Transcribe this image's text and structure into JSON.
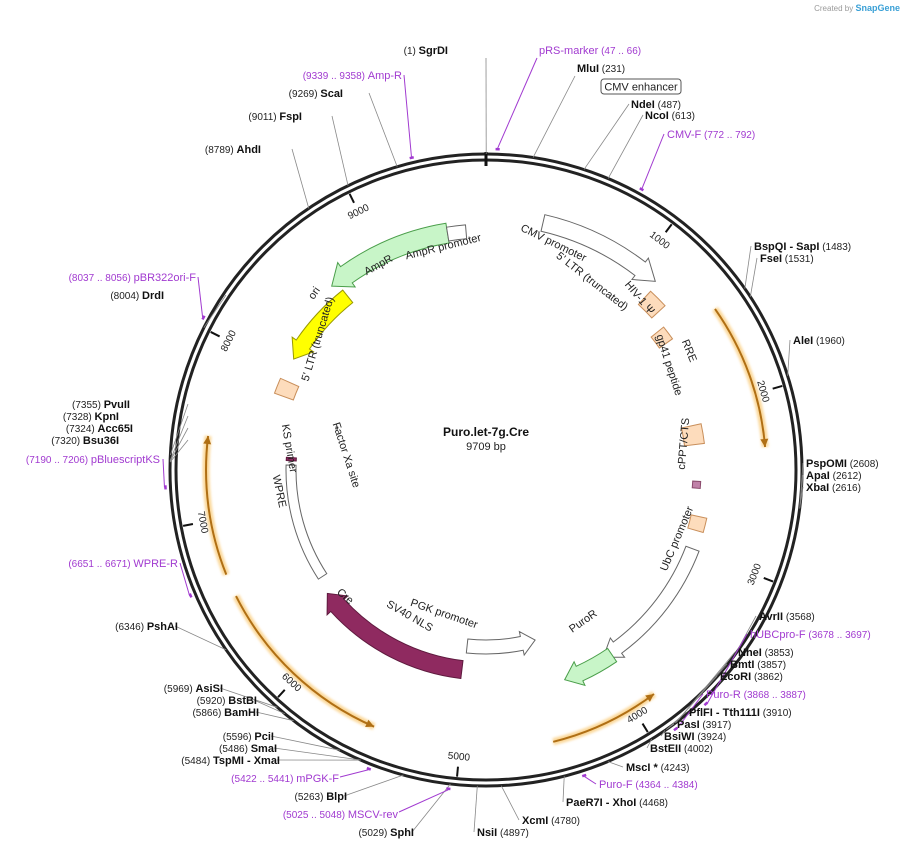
{
  "credit": {
    "created_by": "Created by",
    "brand": "SnapGene"
  },
  "plasmid": {
    "name": "Puro.let-7g.Cre",
    "length_text": "9709 bp",
    "length": 9709
  },
  "ticks": [
    {
      "bp": 1000,
      "label": "1000"
    },
    {
      "bp": 2000,
      "label": "2000"
    },
    {
      "bp": 3000,
      "label": "3000"
    },
    {
      "bp": 4000,
      "label": "4000"
    },
    {
      "bp": 5000,
      "label": "5000"
    },
    {
      "bp": 6000,
      "label": "6000"
    },
    {
      "bp": 7000,
      "label": "7000"
    },
    {
      "bp": 8000,
      "label": "8000"
    },
    {
      "bp": 9000,
      "label": "9000"
    }
  ],
  "enzymes": [
    {
      "name": "SgrDI",
      "pos": "(1)",
      "bp": 1,
      "posFirst": true
    },
    {
      "name": "MluI",
      "pos": "(231)",
      "bp": 231
    },
    {
      "name": "NdeI",
      "pos": "(487)",
      "bp": 487
    },
    {
      "name": "NcoI",
      "pos": "(613)",
      "bp": 613
    },
    {
      "name": "BspQI",
      "extra": "- SapI",
      "pos": "(1483)",
      "bp": 1483
    },
    {
      "name": "FseI",
      "pos": "(1531)",
      "bp": 1531
    },
    {
      "name": "AleI",
      "pos": "(1960)",
      "bp": 1960
    },
    {
      "name": "PspOMI",
      "pos": "(2608)",
      "bp": 2608
    },
    {
      "name": "ApaI",
      "pos": "(2612)",
      "bp": 2612
    },
    {
      "name": "XbaI",
      "pos": "(2616)",
      "bp": 2616
    },
    {
      "name": "AvrII",
      "pos": "(3568)",
      "bp": 3568
    },
    {
      "name": "NheI",
      "pos": "(3853)",
      "bp": 3853
    },
    {
      "name": "BmtI",
      "pos": "(3857)",
      "bp": 3857
    },
    {
      "name": "EcoRI",
      "pos": "(3862)",
      "bp": 3862
    },
    {
      "name": "PflFI",
      "extra": "- Tth111I",
      "pos": "(3910)",
      "bp": 3910
    },
    {
      "name": "PasI",
      "pos": "(3917)",
      "bp": 3917
    },
    {
      "name": "BsiWI",
      "pos": "(3924)",
      "bp": 3924
    },
    {
      "name": "BstEII",
      "pos": "(4002)",
      "bp": 4002
    },
    {
      "name": "MscI *",
      "pos": "(4243)",
      "bp": 4243
    },
    {
      "name": "PaeR7I",
      "extra": "- XhoI",
      "pos": "(4468)",
      "bp": 4468
    },
    {
      "name": "XcmI",
      "pos": "(4780)",
      "bp": 4780
    },
    {
      "name": "NsiI",
      "pos": "(4897)",
      "bp": 4897
    },
    {
      "name": "SphI",
      "pos": "(5029)",
      "bp": 5029,
      "posFirst": true
    },
    {
      "name": "BlpI",
      "pos": "(5263)",
      "bp": 5263,
      "posFirst": true
    },
    {
      "name": "TspMI",
      "extra": "- XmaI",
      "pos": "(5484)",
      "bp": 5484,
      "posFirst": true
    },
    {
      "name": "SmaI",
      "pos": "(5486)",
      "bp": 5486,
      "posFirst": true
    },
    {
      "name": "PciI",
      "pos": "(5596)",
      "bp": 5596,
      "posFirst": true
    },
    {
      "name": "BamHI",
      "pos": "(5866)",
      "bp": 5866,
      "posFirst": true
    },
    {
      "name": "BstBI",
      "pos": "(5920)",
      "bp": 5920,
      "posFirst": true
    },
    {
      "name": "AsiSI",
      "pos": "(5969)",
      "bp": 5969,
      "posFirst": true
    },
    {
      "name": "PshAI",
      "pos": "(6346)",
      "bp": 6346,
      "posFirst": true
    },
    {
      "name": "Bsu36I",
      "pos": "(7320)",
      "bp": 7320,
      "posFirst": true
    },
    {
      "name": "Acc65I",
      "pos": "(7324)",
      "bp": 7324,
      "posFirst": true
    },
    {
      "name": "KpnI",
      "pos": "(7328)",
      "bp": 7328,
      "posFirst": true
    },
    {
      "name": "PvuII",
      "pos": "(7355)",
      "bp": 7355,
      "posFirst": true
    },
    {
      "name": "DrdI",
      "pos": "(8004)",
      "bp": 8004,
      "posFirst": true
    },
    {
      "name": "AhdI",
      "pos": "(8789)",
      "bp": 8789,
      "posFirst": true
    },
    {
      "name": "FspI",
      "pos": "(9011)",
      "bp": 9011,
      "posFirst": true
    },
    {
      "name": "ScaI",
      "pos": "(9269)",
      "bp": 9269,
      "posFirst": true
    }
  ],
  "primers": [
    {
      "name": "pRS-marker",
      "pos": "(47 .. 66)",
      "bp": 56
    },
    {
      "name": "CMV-F",
      "pos": "(772 .. 792)",
      "bp": 782
    },
    {
      "name": "hUBCpro-F",
      "pos": "(3678 .. 3697)",
      "bp": 3688
    },
    {
      "name": "Puro-R",
      "pos": "(3868 .. 3887)",
      "bp": 3878
    },
    {
      "name": "Puro-F",
      "pos": "(4364 .. 4384)",
      "bp": 4374
    },
    {
      "name": "MSCV-rev",
      "pos": "(5025 .. 5048)",
      "bp": 5036,
      "posFirst": true
    },
    {
      "name": "mPGK-F",
      "pos": "(5422 .. 5441)",
      "bp": 5432,
      "posFirst": true
    },
    {
      "name": "WPRE-R",
      "pos": "(6651 .. 6671)",
      "bp": 6661,
      "posFirst": true
    },
    {
      "name": "pBluescriptKS",
      "pos": "(7190 .. 7206)",
      "bp": 7198,
      "posFirst": true
    },
    {
      "name": "pBR322ori-F",
      "pos": "(8037 .. 8056)",
      "bp": 8046,
      "posFirst": true
    },
    {
      "name": "Amp-R",
      "pos": "(9339 .. 9358)",
      "bp": 9348,
      "posFirst": true
    }
  ],
  "boxed_label": {
    "text": "CMV enhancer"
  },
  "features": [
    {
      "name": "CMV promoter",
      "kind": "promoter"
    },
    {
      "name": "5' LTR (truncated)",
      "kind": "ltr"
    },
    {
      "name": "HIV-1 Ψ",
      "kind": "misc"
    },
    {
      "name": "RRE",
      "kind": "misc"
    },
    {
      "name": "gp41 peptide",
      "kind": "peptide"
    },
    {
      "name": "cPPT/CTS",
      "kind": "misc"
    },
    {
      "name": "UbC promoter",
      "kind": "promoter"
    },
    {
      "name": "PuroR",
      "kind": "marker"
    },
    {
      "name": "PGK promoter",
      "kind": "promoter"
    },
    {
      "name": "SV40 NLS",
      "kind": "nls"
    },
    {
      "name": "Cre",
      "kind": "cds"
    },
    {
      "name": "WPRE",
      "kind": "misc"
    },
    {
      "name": "KS primer",
      "kind": "primer_bind"
    },
    {
      "name": "Factor Xa site",
      "kind": "site"
    },
    {
      "name": "5' LTR (truncated)",
      "kind": "ltr"
    },
    {
      "name": "ori",
      "kind": "ori"
    },
    {
      "name": "AmpR",
      "kind": "marker"
    },
    {
      "name": "AmpR promoter",
      "kind": "promoter"
    }
  ],
  "colors": {
    "backbone": "#222222",
    "ori": "#ffff00",
    "amp": "#c8f5c8",
    "puro": "#c8f5c8",
    "cre": "#8f2a60",
    "ltr": "#fddcbc",
    "misc": "#fddcbc",
    "promoter": "#ffffff",
    "orf": "#f0a830",
    "primer": "#a13ad0",
    "peptide": "#c081a8"
  }
}
